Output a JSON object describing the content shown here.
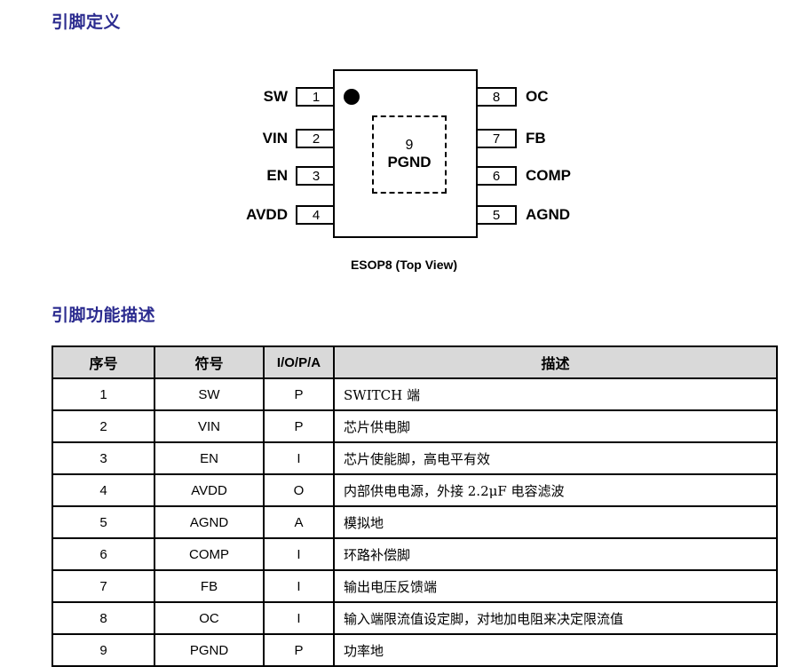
{
  "headings": {
    "pin_definition": "引脚定义",
    "pin_function": "引脚功能描述",
    "accent_color": "#2b2b8f"
  },
  "diagram": {
    "caption": "ESOP8 (Top View)",
    "exposed_pad": {
      "number": "9",
      "label": "PGND"
    },
    "left_pins": [
      {
        "number": "1",
        "name": "SW"
      },
      {
        "number": "2",
        "name": "VIN"
      },
      {
        "number": "3",
        "name": "EN"
      },
      {
        "number": "4",
        "name": "AVDD"
      }
    ],
    "right_pins": [
      {
        "number": "8",
        "name": "OC"
      },
      {
        "number": "7",
        "name": "FB"
      },
      {
        "number": "6",
        "name": "COMP"
      },
      {
        "number": "5",
        "name": "AGND"
      }
    ]
  },
  "table": {
    "header_bg": "#d9d9d9",
    "headers": [
      "序号",
      "符号",
      "I/O/P/A",
      "描述"
    ],
    "rows": [
      {
        "no": "1",
        "symbol": "SW",
        "iopa": "P",
        "desc": "SWITCH 端"
      },
      {
        "no": "2",
        "symbol": "VIN",
        "iopa": "P",
        "desc": "芯片供电脚"
      },
      {
        "no": "3",
        "symbol": "EN",
        "iopa": "I",
        "desc": "芯片使能脚，高电平有效"
      },
      {
        "no": "4",
        "symbol": "AVDD",
        "iopa": "O",
        "desc": "内部供电电源，外接 2.2μF 电容滤波"
      },
      {
        "no": "5",
        "symbol": "AGND",
        "iopa": "A",
        "desc": "模拟地"
      },
      {
        "no": "6",
        "symbol": "COMP",
        "iopa": "I",
        "desc": "环路补偿脚"
      },
      {
        "no": "7",
        "symbol": "FB",
        "iopa": "I",
        "desc": "输出电压反馈端"
      },
      {
        "no": "8",
        "symbol": "OC",
        "iopa": "I",
        "desc": "输入端限流值设定脚，对地加电阻来决定限流值"
      },
      {
        "no": "9",
        "symbol": "PGND",
        "iopa": "P",
        "desc": "功率地"
      }
    ]
  }
}
